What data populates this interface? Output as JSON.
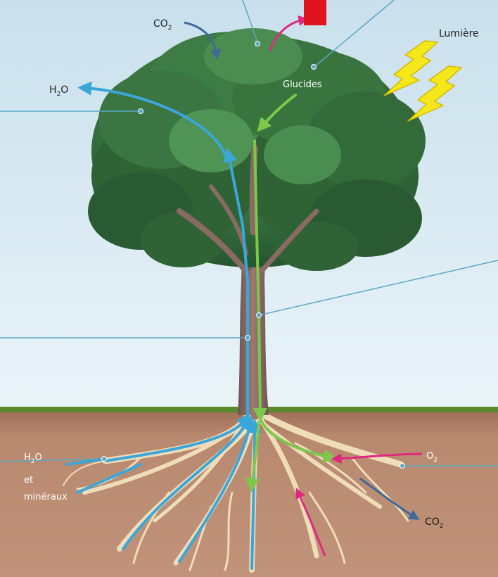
{
  "labels": {
    "co2_top": "CO",
    "co2_top_sub": "2",
    "h2o_left": "H",
    "h2o_left_sub": "2",
    "h2o_left_tail": "O",
    "glucides": "Glucides",
    "lumiere": "Lumière",
    "o2_soil": "O",
    "o2_soil_sub": "2",
    "co2_soil": "CO",
    "co2_soil_sub": "2",
    "h2o_soil_a": "H",
    "h2o_soil_sub": "2",
    "h2o_soil_b": "O",
    "et": "et",
    "mineraux": "minéraux"
  },
  "colors": {
    "sky_top": "#cfe3ee",
    "sky_bottom": "#e9f3f8",
    "soil": "#b58770",
    "soil_dark": "#a2755e",
    "grass": "#5a8a2c",
    "foliage_dark": "#2f5f37",
    "foliage_mid": "#3f7d47",
    "foliage_light": "#5c9a5c",
    "trunk": "#8a6a64",
    "root": "#efdcb8",
    "water_arrow": "#3aa6d9",
    "sugar_arrow": "#7cc84a",
    "o2_arrow": "#e0287f",
    "co2_arrow": "#3d6a99",
    "light_bolt": "#f5e81a",
    "pointer_line": "#5aa7c5",
    "red_marker": "#e0141e"
  }
}
